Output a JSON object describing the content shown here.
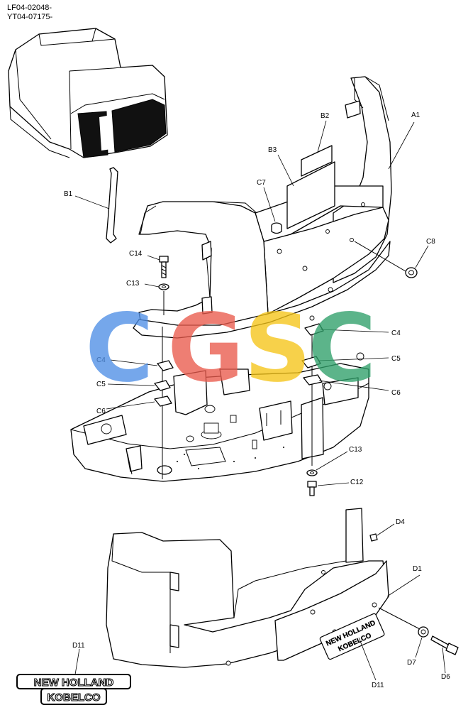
{
  "header": {
    "line1": "LF04-02048-",
    "line2": "YT04-07175-"
  },
  "watermark": {
    "letters": [
      {
        "char": "C",
        "color": "#4f8fe6"
      },
      {
        "char": "G",
        "color": "#ea5a4c"
      },
      {
        "char": "S",
        "color": "#f5c518"
      },
      {
        "char": "C",
        "color": "#2fa06a"
      }
    ]
  },
  "callouts": {
    "A1": "A1",
    "B1": "B1",
    "B2": "B2",
    "B3": "B3",
    "C7": "C7",
    "C8": "C8",
    "C14": "C14",
    "C13_top": "C13",
    "C4_left": "C4",
    "C5_left": "C5",
    "C6_left": "C6",
    "C4_right": "C4",
    "C5_right": "C5",
    "C6_right": "C6",
    "C13_bottom": "C13",
    "C12": "C12",
    "D4": "D4",
    "D1": "D1",
    "D7": "D7",
    "D6": "D6",
    "D11_left": "D11",
    "D11_right": "D11"
  },
  "logo": {
    "line1": "NEW HOLLAND",
    "line2": "KOBELCO"
  },
  "plate_logo": {
    "line1": "NEW HOLLAND",
    "line2": "KOBELCO"
  }
}
